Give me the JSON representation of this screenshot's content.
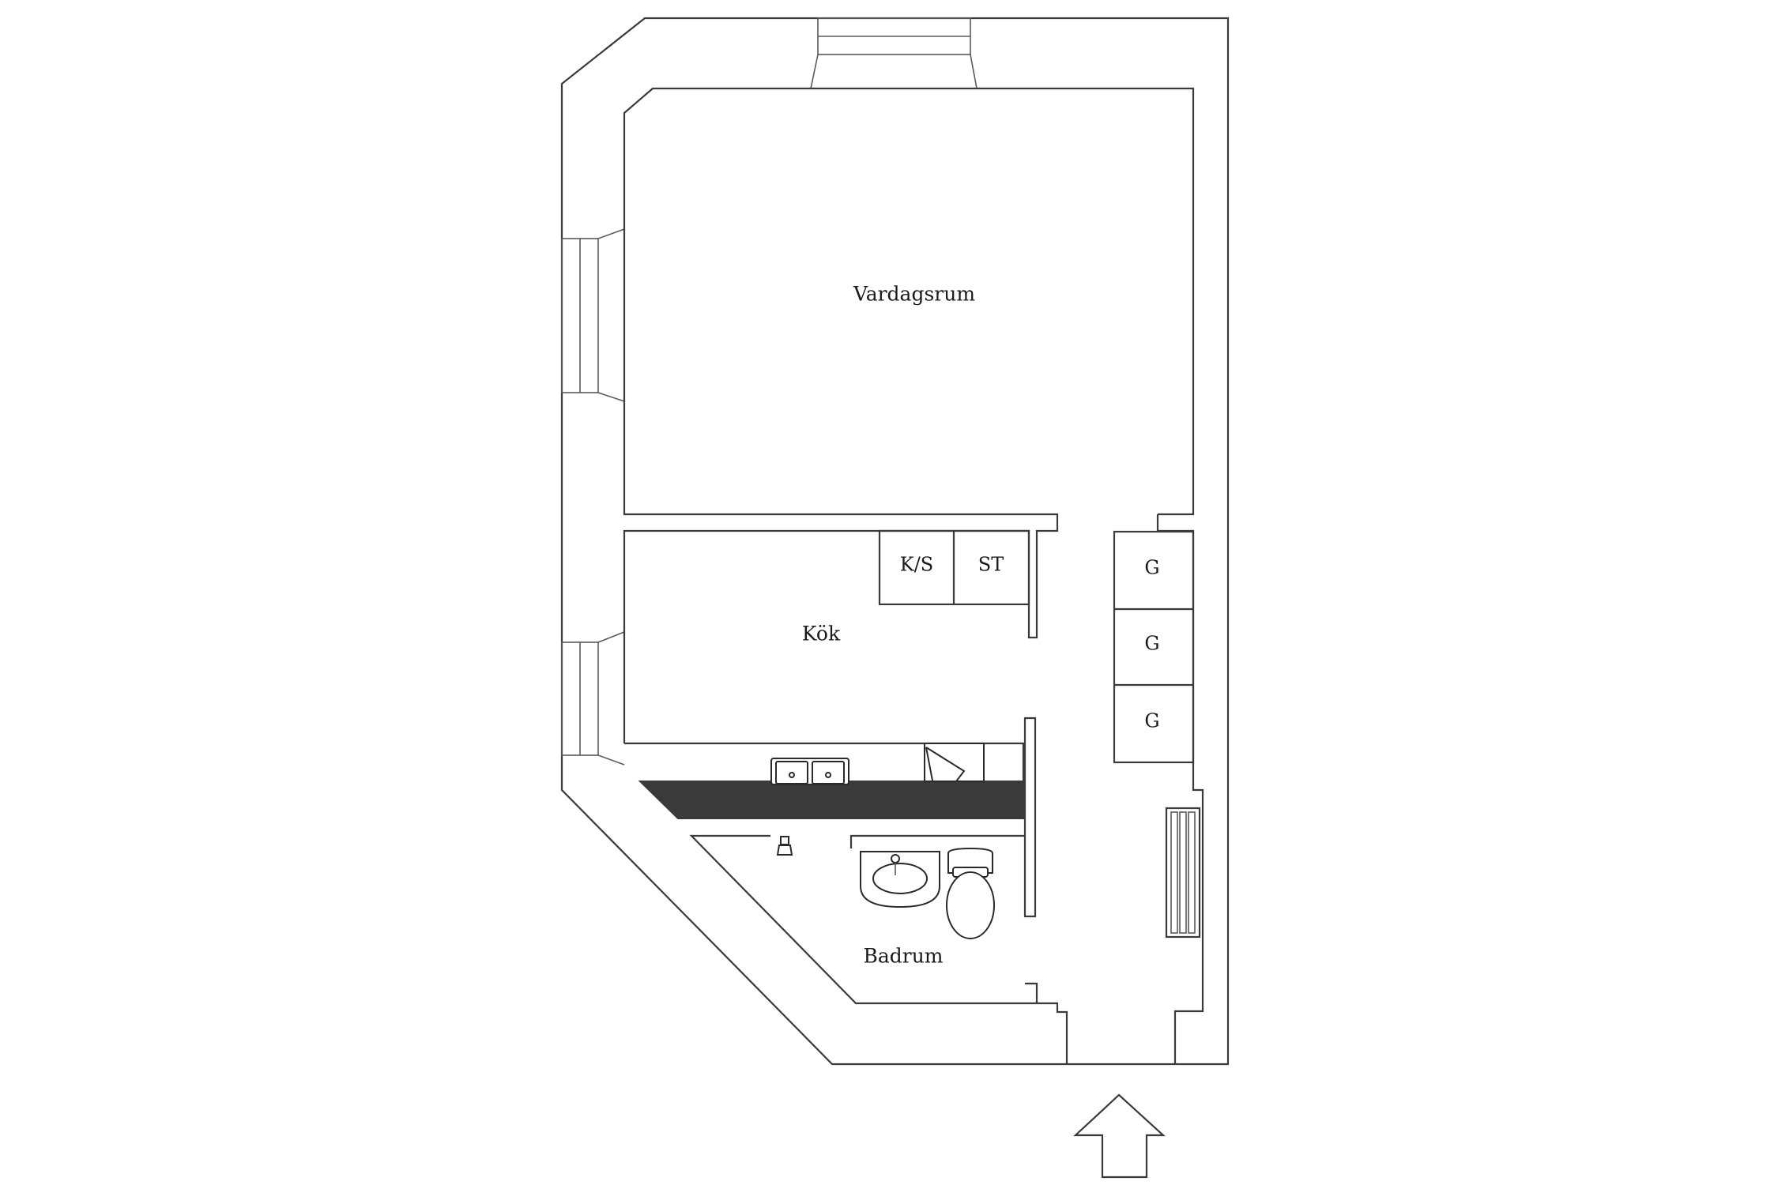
{
  "rooms": {
    "living": "Vardagsrum",
    "kitchen": "Kök",
    "bathroom": "Badrum"
  },
  "kitchen_units": {
    "fridge_freezer": "K/S",
    "stove": "ST"
  },
  "wardrobes": [
    "G",
    "G",
    "G"
  ],
  "colors": {
    "line": "#3a3a3a",
    "background": "#ffffff"
  },
  "icons": [
    "entrance-arrow-icon",
    "sink-icon",
    "toilet-icon",
    "washbasin-icon",
    "radiator-icon",
    "hob-icon"
  ]
}
